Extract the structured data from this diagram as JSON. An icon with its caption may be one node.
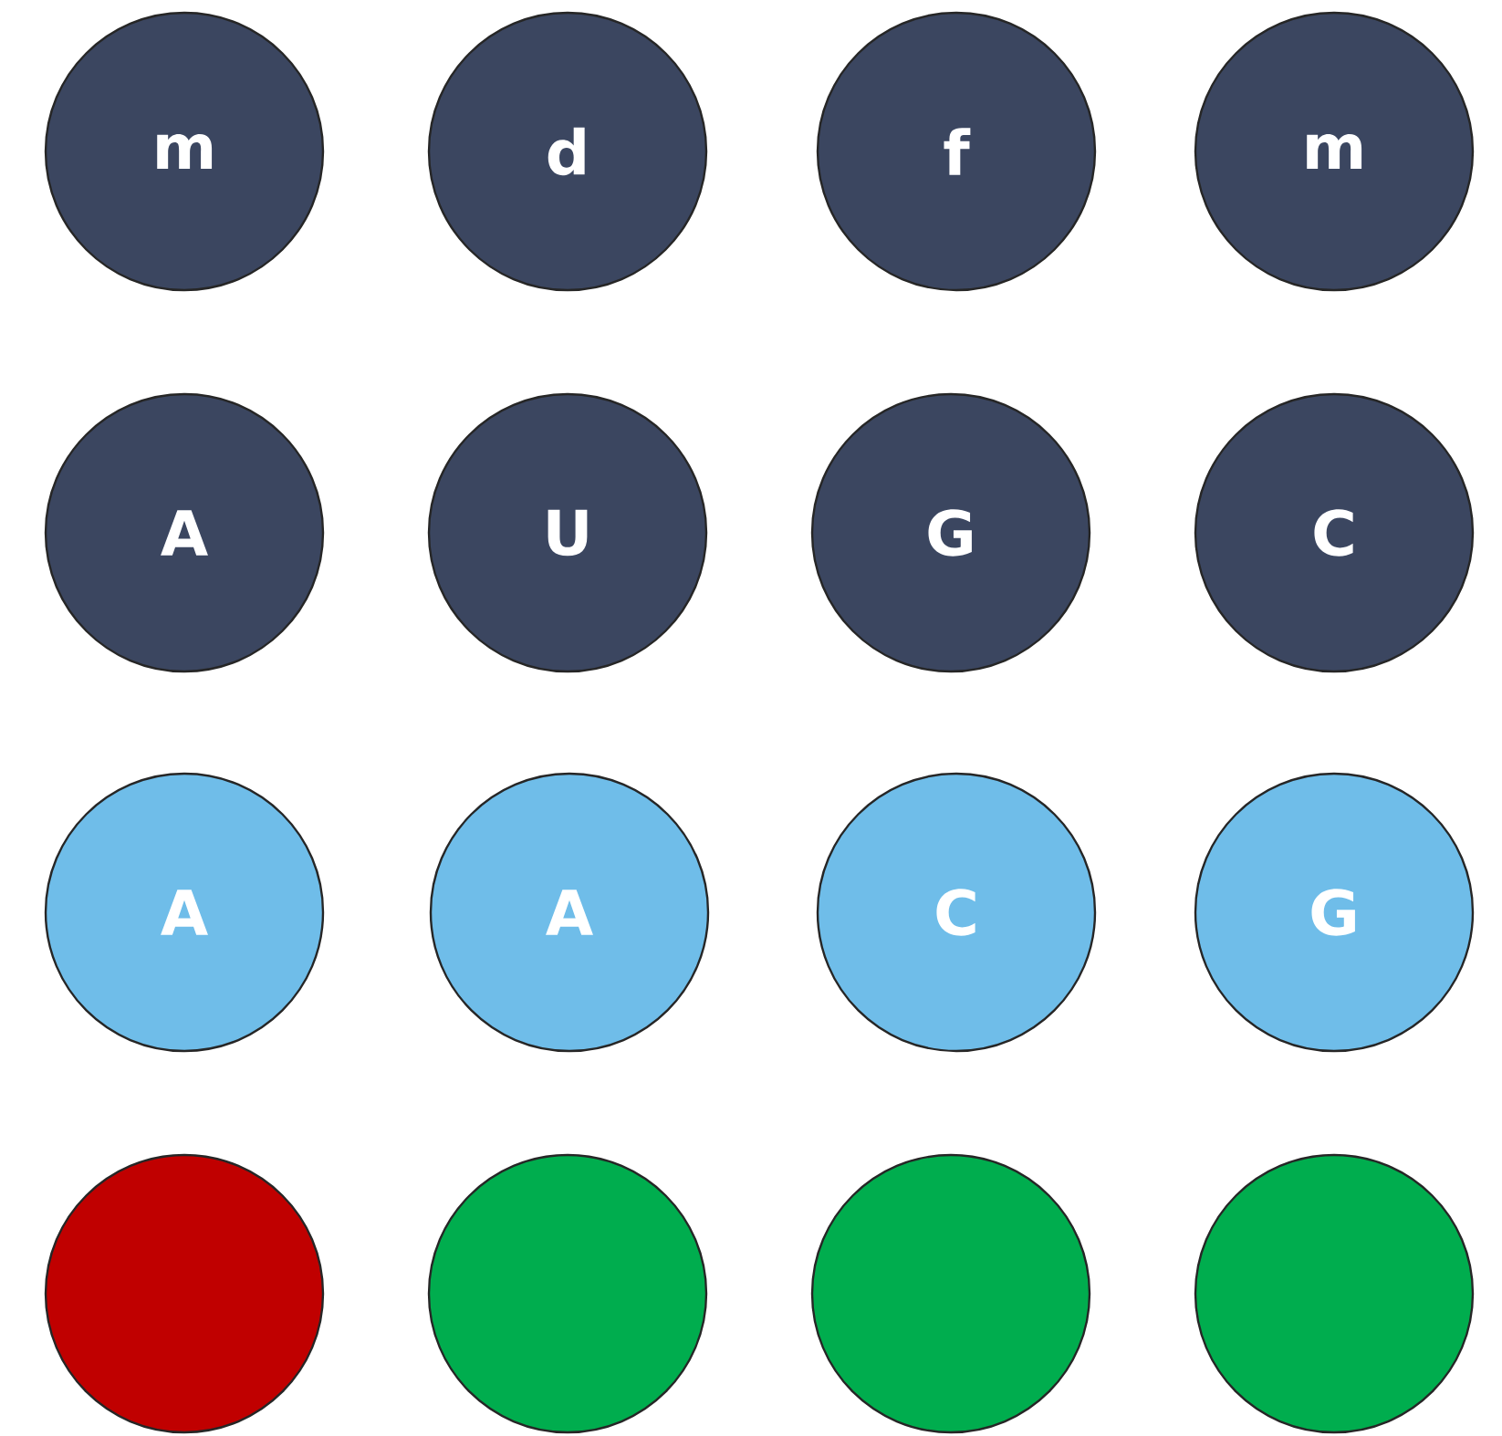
{
  "diagram": {
    "nodes": [
      {
        "text": [
          "m"
        ]
      },
      {
        "text": [
          "d"
        ]
      },
      {
        "text": [
          "f"
        ]
      },
      {
        "text": [
          "m"
        ]
      },
      {
        "text": [
          "A"
        ]
      },
      {
        "text": [
          "U"
        ]
      },
      {
        "text": [
          "G"
        ]
      },
      {
        "text": [
          "C"
        ]
      },
      {
        "text": [
          "A"
        ]
      },
      {
        "text": [
          "A"
        ]
      },
      {
        "text": [
          "C"
        ]
      },
      {
        "text": [
          "G"
        ]
      },
      {
        "text": [],
        "shape": "circle"
      },
      {
        "text": [],
        "shape": "circle"
      },
      {
        "text": [],
        "shape": "circle"
      },
      {
        "text": [],
        "shape": "circle"
      }
    ]
  }
}
